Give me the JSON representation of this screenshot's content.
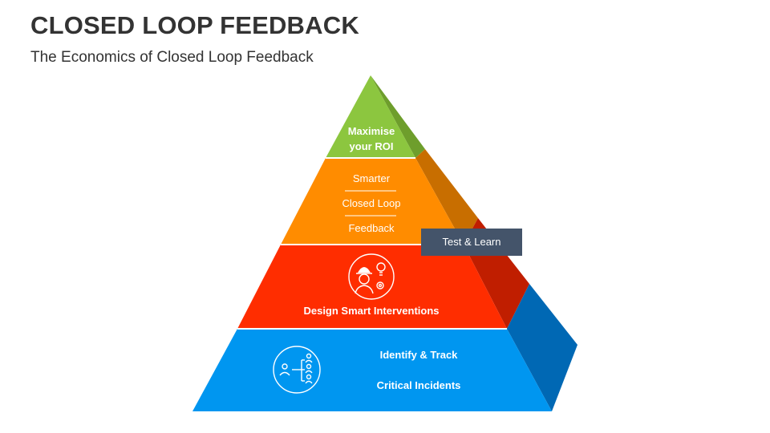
{
  "title": "CLOSED LOOP FEEDBACK",
  "subtitle": "The Economics of Closed Loop Feedback",
  "colors": {
    "green": "#8CC63F",
    "green_side": "#6E9E2C",
    "orange": "#FF8C00",
    "orange_side": "#C86E00",
    "red": "#FF2D00",
    "red_side": "#C01E00",
    "blue": "#0096F0",
    "blue_side": "#0068B4",
    "callout": "#44546A"
  },
  "levels": {
    "top": {
      "line1": "Maximise",
      "line2": "your ROI"
    },
    "second": {
      "line1": "Smarter",
      "line2": "Closed Loop",
      "line3": "Feedback"
    },
    "third": {
      "label": "Design Smart Interventions",
      "icon": "worker-ideas-icon"
    },
    "base": {
      "line1": "Identify & Track",
      "line2": "Critical Incidents",
      "icon": "hierarchy-people-icon"
    }
  },
  "callout": {
    "label": "Test & Learn"
  }
}
